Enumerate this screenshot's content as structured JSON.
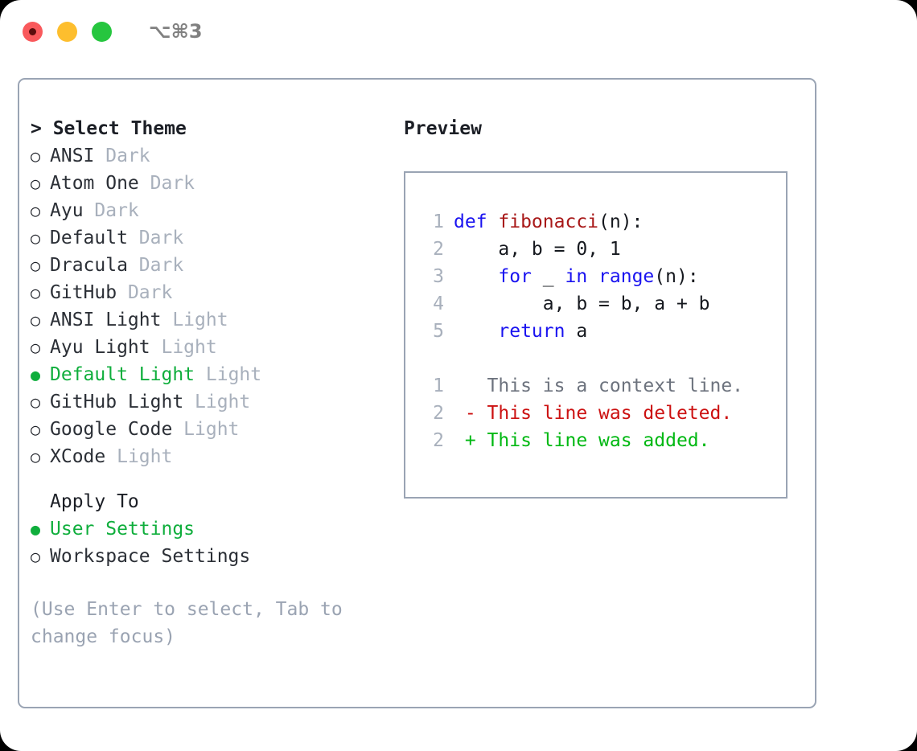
{
  "titlebar": {
    "shortcut": "⌥⌘3",
    "lights": [
      {
        "name": "close",
        "color": "#f9595c"
      },
      {
        "name": "minimize",
        "color": "#fdbe2e"
      },
      {
        "name": "maximize",
        "color": "#26c63f"
      }
    ]
  },
  "theme_section": {
    "header": "> Select Theme",
    "items": [
      {
        "bullet": "○",
        "label": "ANSI",
        "tag": "Dark",
        "selected": false
      },
      {
        "bullet": "○",
        "label": "Atom One",
        "tag": "Dark",
        "selected": false
      },
      {
        "bullet": "○",
        "label": "Ayu",
        "tag": "Dark",
        "selected": false
      },
      {
        "bullet": "○",
        "label": "Default",
        "tag": "Dark",
        "selected": false
      },
      {
        "bullet": "○",
        "label": "Dracula",
        "tag": "Dark",
        "selected": false
      },
      {
        "bullet": "○",
        "label": "GitHub",
        "tag": "Dark",
        "selected": false
      },
      {
        "bullet": "○",
        "label": "ANSI Light",
        "tag": "Light",
        "selected": false
      },
      {
        "bullet": "○",
        "label": "Ayu Light",
        "tag": "Light",
        "selected": false
      },
      {
        "bullet": "●",
        "label": "Default Light",
        "tag": "Light",
        "selected": true
      },
      {
        "bullet": "○",
        "label": "GitHub Light",
        "tag": "Light",
        "selected": false
      },
      {
        "bullet": "○",
        "label": "Google Code",
        "tag": "Light",
        "selected": false
      },
      {
        "bullet": "○",
        "label": "XCode",
        "tag": "Light",
        "selected": false
      }
    ]
  },
  "apply_section": {
    "header": "Apply To",
    "items": [
      {
        "bullet": "●",
        "label": "User Settings",
        "selected": true
      },
      {
        "bullet": "○",
        "label": "Workspace Settings",
        "selected": false
      }
    ]
  },
  "hint": "(Use Enter to select, Tab to change focus)",
  "preview": {
    "header": "Preview",
    "code_lines": [
      {
        "num": "1",
        "segments": [
          {
            "text": "def ",
            "style": "kw"
          },
          {
            "text": "fibonacci",
            "style": "fn"
          },
          {
            "text": "(n):",
            "style": "txt"
          }
        ]
      },
      {
        "num": "2",
        "segments": [
          {
            "text": "    a, b = 0, 1",
            "style": "txt"
          }
        ]
      },
      {
        "num": "3",
        "segments": [
          {
            "text": "    ",
            "style": "txt"
          },
          {
            "text": "for",
            "style": "kw"
          },
          {
            "text": " _ ",
            "style": "txt"
          },
          {
            "text": "in",
            "style": "kw"
          },
          {
            "text": " ",
            "style": "txt"
          },
          {
            "text": "range",
            "style": "kw"
          },
          {
            "text": "(n):",
            "style": "txt"
          }
        ]
      },
      {
        "num": "4",
        "segments": [
          {
            "text": "        a, b = b, a + b",
            "style": "txt"
          }
        ]
      },
      {
        "num": "5",
        "segments": [
          {
            "text": "    ",
            "style": "txt"
          },
          {
            "text": "return",
            "style": "kw"
          },
          {
            "text": " a",
            "style": "txt"
          }
        ]
      }
    ],
    "diff_lines": [
      {
        "num": "1",
        "segments": [
          {
            "text": "   This is a context line.",
            "style": "ctx"
          }
        ]
      },
      {
        "num": "2",
        "segments": [
          {
            "text": " - This line was deleted.",
            "style": "del"
          }
        ]
      },
      {
        "num": "2",
        "segments": [
          {
            "text": " + This line was added.",
            "style": "add"
          }
        ]
      }
    ]
  },
  "colors": {
    "accent_green": "#0fae3c",
    "added_green": "#00b812",
    "deleted_red": "#cc1111",
    "keyword_blue": "#1a13f0",
    "function_red": "#a81818",
    "muted": "#a8b0bc",
    "border": "#9aa4b4"
  }
}
